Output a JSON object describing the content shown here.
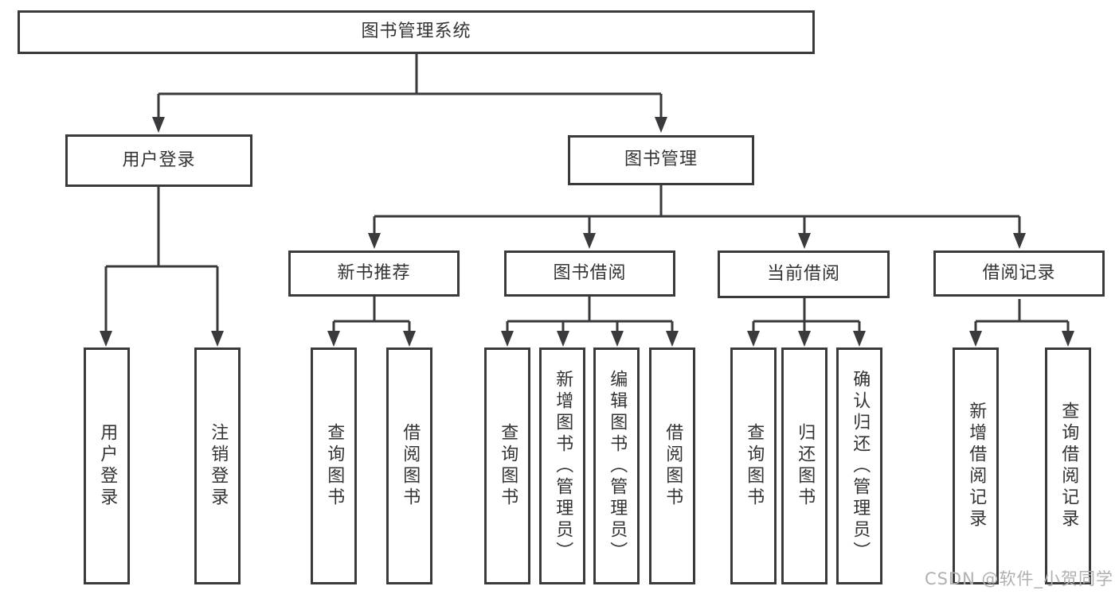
{
  "diagram": {
    "root": {
      "label": "图书管理系统"
    },
    "branches": [
      {
        "label": "用户登录",
        "children": [
          {
            "label": "用户登录"
          },
          {
            "label": "注销登录"
          }
        ]
      },
      {
        "label": "图书管理",
        "children": [
          {
            "label": "新书推荐",
            "children": [
              {
                "label": "查询图书"
              },
              {
                "label": "借阅图书"
              }
            ]
          },
          {
            "label": "图书借阅",
            "children": [
              {
                "label": "查询图书"
              },
              {
                "label": "新增图书（管理员）"
              },
              {
                "label": "编辑图书（管理员）"
              },
              {
                "label": "借阅图书"
              }
            ]
          },
          {
            "label": "当前借阅",
            "children": [
              {
                "label": "查询图书"
              },
              {
                "label": "归还图书"
              },
              {
                "label": "确认归还（管理员）"
              }
            ]
          },
          {
            "label": "借阅记录",
            "children": [
              {
                "label": "新增借阅记录"
              },
              {
                "label": "查询借阅记录"
              }
            ]
          }
        ]
      }
    ]
  },
  "watermark": {
    "text": "CSDN @软件_小贺同学"
  },
  "colors": {
    "background": "#ffffff",
    "line": "#3a3a3c",
    "box_border": "#3a3a3c",
    "text": "#333333",
    "watermark": "#b0b0b0"
  }
}
